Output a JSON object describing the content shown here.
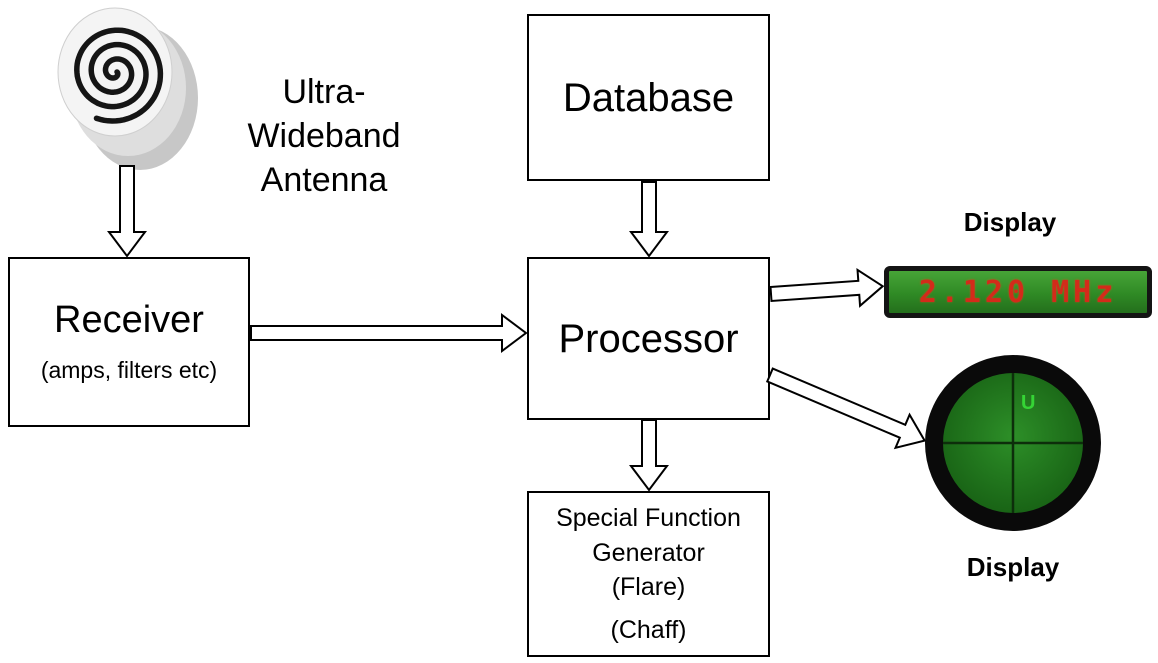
{
  "antenna": {
    "icon": "spiral-antenna-icon",
    "lines": [
      "Ultra-",
      "Wideband",
      "Antenna"
    ]
  },
  "boxes": {
    "database": {
      "label": "Database"
    },
    "receiver": {
      "title": "Receiver",
      "subtitle": "(amps, filters etc)"
    },
    "processor": {
      "label": "Processor"
    },
    "special_function_generator": {
      "lines": [
        "Special Function",
        "Generator",
        "(Flare)",
        "(Chaff)"
      ]
    }
  },
  "displays": {
    "frequency": {
      "caption": "Display",
      "readout": "2.120 MHz"
    },
    "scope": {
      "caption": "Display",
      "marker": "U"
    }
  },
  "connections": [
    {
      "from": "Ultra-Wideband Antenna",
      "to": "Receiver"
    },
    {
      "from": "Database",
      "to": "Processor"
    },
    {
      "from": "Receiver",
      "to": "Processor"
    },
    {
      "from": "Processor",
      "to": "Special Function Generator"
    },
    {
      "from": "Processor",
      "to": "Frequency Display"
    },
    {
      "from": "Processor",
      "to": "Scope Display"
    }
  ],
  "colors": {
    "display_green": "#2f8a25",
    "readout_red": "#d32b1a",
    "scope_green": "#1f7a1b",
    "marker_green": "#35d435",
    "box_border": "#000000"
  }
}
